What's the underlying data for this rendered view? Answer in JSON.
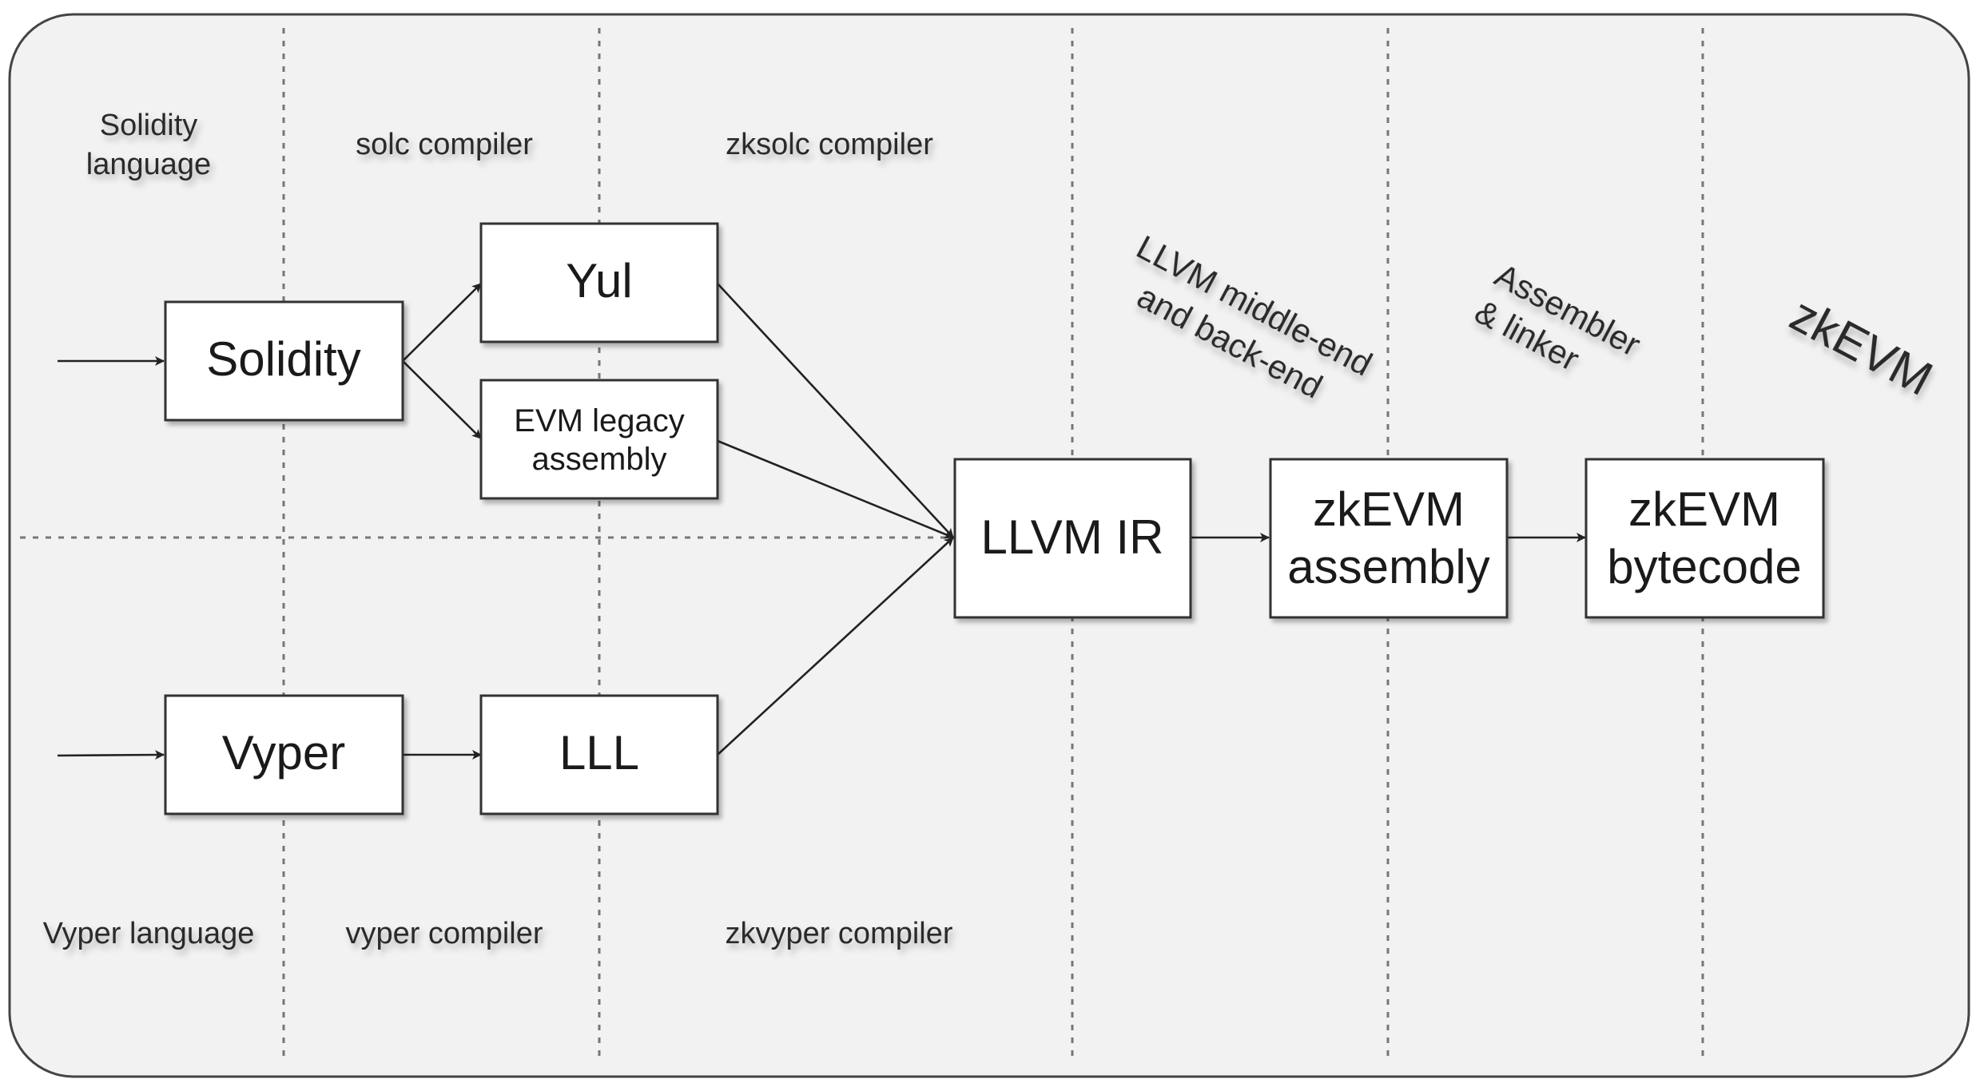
{
  "lanes": {
    "top": [
      "Solidity",
      "language",
      "solc compiler",
      "zksolc compiler"
    ],
    "bottom": [
      "Vyper language",
      "vyper compiler",
      "zkvyper compiler"
    ],
    "backend": [
      "LLVM middle-end",
      "and back-end",
      "Assembler",
      "& linker",
      "zkEVM"
    ]
  },
  "boxes": {
    "solidity": [
      "Solidity"
    ],
    "yul": [
      "Yul"
    ],
    "evm_legacy": [
      "EVM legacy",
      "assembly"
    ],
    "vyper": [
      "Vyper"
    ],
    "lll": [
      "LLL"
    ],
    "llvm_ir": [
      "LLVM IR"
    ],
    "zkevm_assembly": [
      "zkEVM",
      "assembly"
    ],
    "zkevm_bytecode": [
      "zkEVM",
      "bytecode"
    ]
  },
  "edges": [
    [
      "input",
      "Solidity"
    ],
    [
      "Solidity",
      "Yul"
    ],
    [
      "Solidity",
      "EVM legacy assembly"
    ],
    [
      "input",
      "Vyper"
    ],
    [
      "Vyper",
      "LLL"
    ],
    [
      "Yul",
      "LLVM IR"
    ],
    [
      "EVM legacy assembly",
      "LLVM IR"
    ],
    [
      "LLL",
      "LLVM IR"
    ],
    [
      "LLVM IR",
      "zkEVM assembly"
    ],
    [
      "zkEVM assembly",
      "zkEVM bytecode"
    ]
  ]
}
